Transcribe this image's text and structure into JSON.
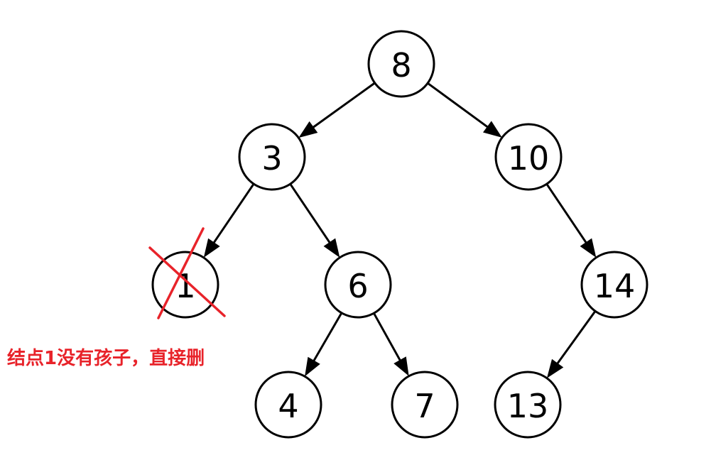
{
  "tree": {
    "nodes": [
      {
        "id": "n8",
        "label": "8"
      },
      {
        "id": "n3",
        "label": "3"
      },
      {
        "id": "n10",
        "label": "10"
      },
      {
        "id": "n1",
        "label": "1",
        "deleted": true
      },
      {
        "id": "n6",
        "label": "6"
      },
      {
        "id": "n14",
        "label": "14"
      },
      {
        "id": "n4",
        "label": "4"
      },
      {
        "id": "n7",
        "label": "7"
      },
      {
        "id": "n13",
        "label": "13"
      }
    ],
    "edges": [
      {
        "from": "n8",
        "to": "n3"
      },
      {
        "from": "n8",
        "to": "n10"
      },
      {
        "from": "n3",
        "to": "n1"
      },
      {
        "from": "n3",
        "to": "n6"
      },
      {
        "from": "n10",
        "to": "n14"
      },
      {
        "from": "n6",
        "to": "n4"
      },
      {
        "from": "n6",
        "to": "n7"
      },
      {
        "from": "n14",
        "to": "n13"
      }
    ]
  },
  "annotation": {
    "text": "结点1没有孩子，直接删",
    "color": "#e8232a"
  },
  "colors": {
    "node_stroke": "#000000",
    "node_fill": "#ffffff",
    "cross": "#e8232a"
  }
}
